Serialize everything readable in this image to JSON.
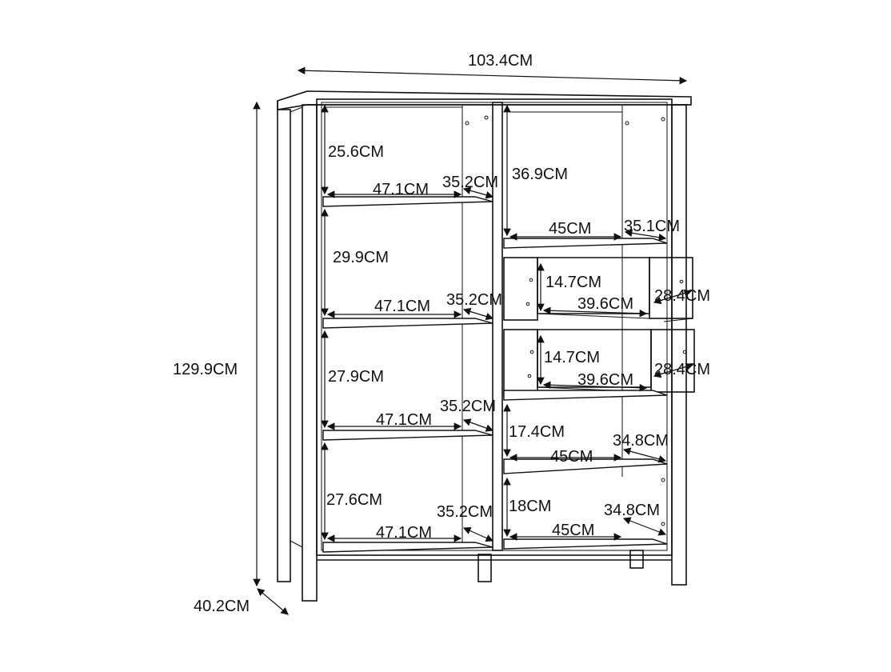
{
  "dimensions": {
    "overall_width": "103.4CM",
    "overall_height": "129.9CM",
    "overall_depth": "40.2CM",
    "left_col": {
      "h1": "25.6CM",
      "w1": "47.1CM",
      "d1": "35.2CM",
      "h2": "29.9CM",
      "w2": "47.1CM",
      "d2": "35.2CM",
      "h3": "27.9CM",
      "w3": "47.1CM",
      "d3": "35.2CM",
      "h4": "27.6CM",
      "w4": "47.1CM",
      "d4": "35.2CM"
    },
    "right_col": {
      "top_h": "36.9CM",
      "top_w": "45CM",
      "top_d": "35.1CM",
      "drawer1_h": "14.7CM",
      "drawer1_w": "39.6CM",
      "drawer1_d": "28.4CM",
      "drawer2_h": "14.7CM",
      "drawer2_w": "39.6CM",
      "drawer2_d": "28.4CM",
      "mid_h": "17.4CM",
      "mid_w": "45CM",
      "mid_d": "34.8CM",
      "bot_h": "18CM",
      "bot_w": "45CM",
      "bot_d": "34.8CM"
    }
  }
}
